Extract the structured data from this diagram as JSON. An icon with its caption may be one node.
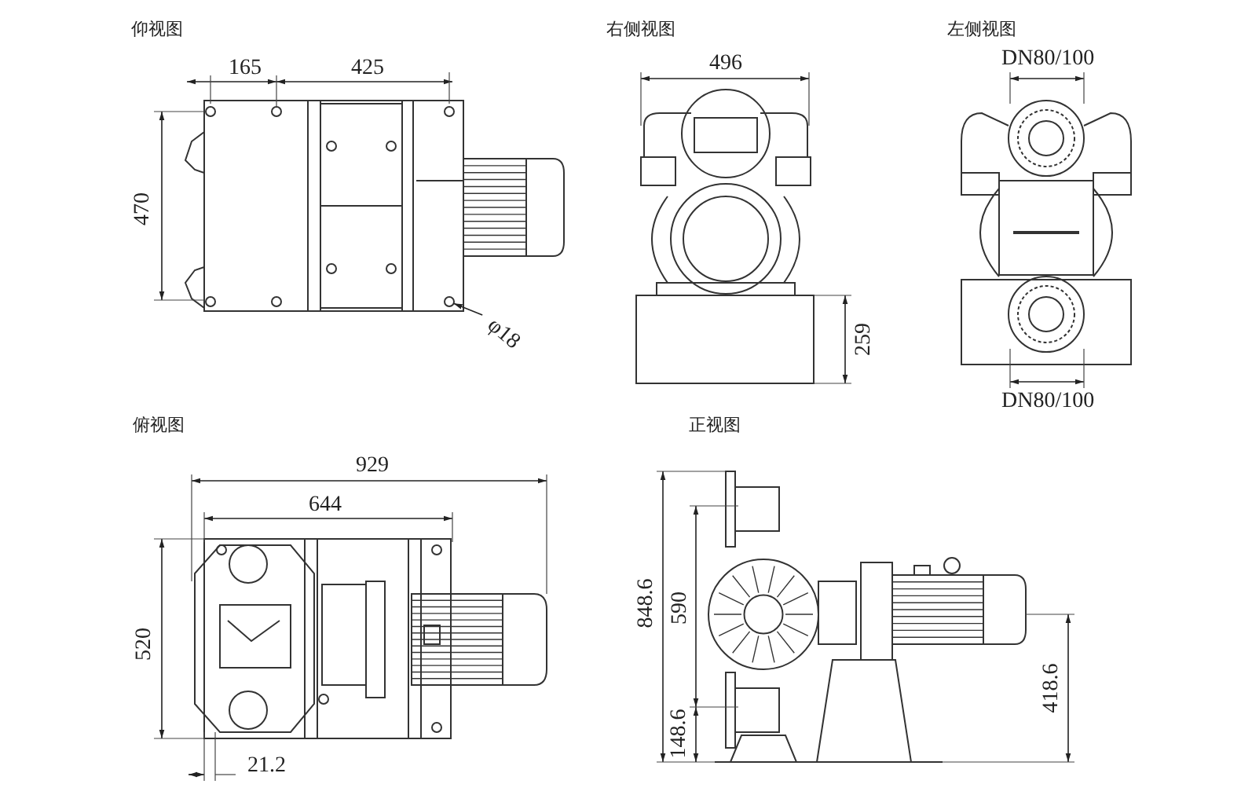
{
  "diagram": {
    "nodes": [
      {
        "text": [
          "φ18"
        ]
      },
      {
        "text": [],
        "shape": "circle"
      }
    ],
    "edges": [
      {
        "from": 0,
        "to": 1,
        "arrow": "to"
      }
    ],
    "labels": [
      "仰视图",
      "右侧视图",
      "左侧视图",
      "165",
      "425",
      "496",
      "DN80/100",
      "470",
      "259",
      "DN80/100",
      "俯视图",
      "正视图",
      "929",
      "644",
      "520",
      "848.6",
      "590",
      "418.6",
      "148.6",
      "21.2"
    ]
  }
}
